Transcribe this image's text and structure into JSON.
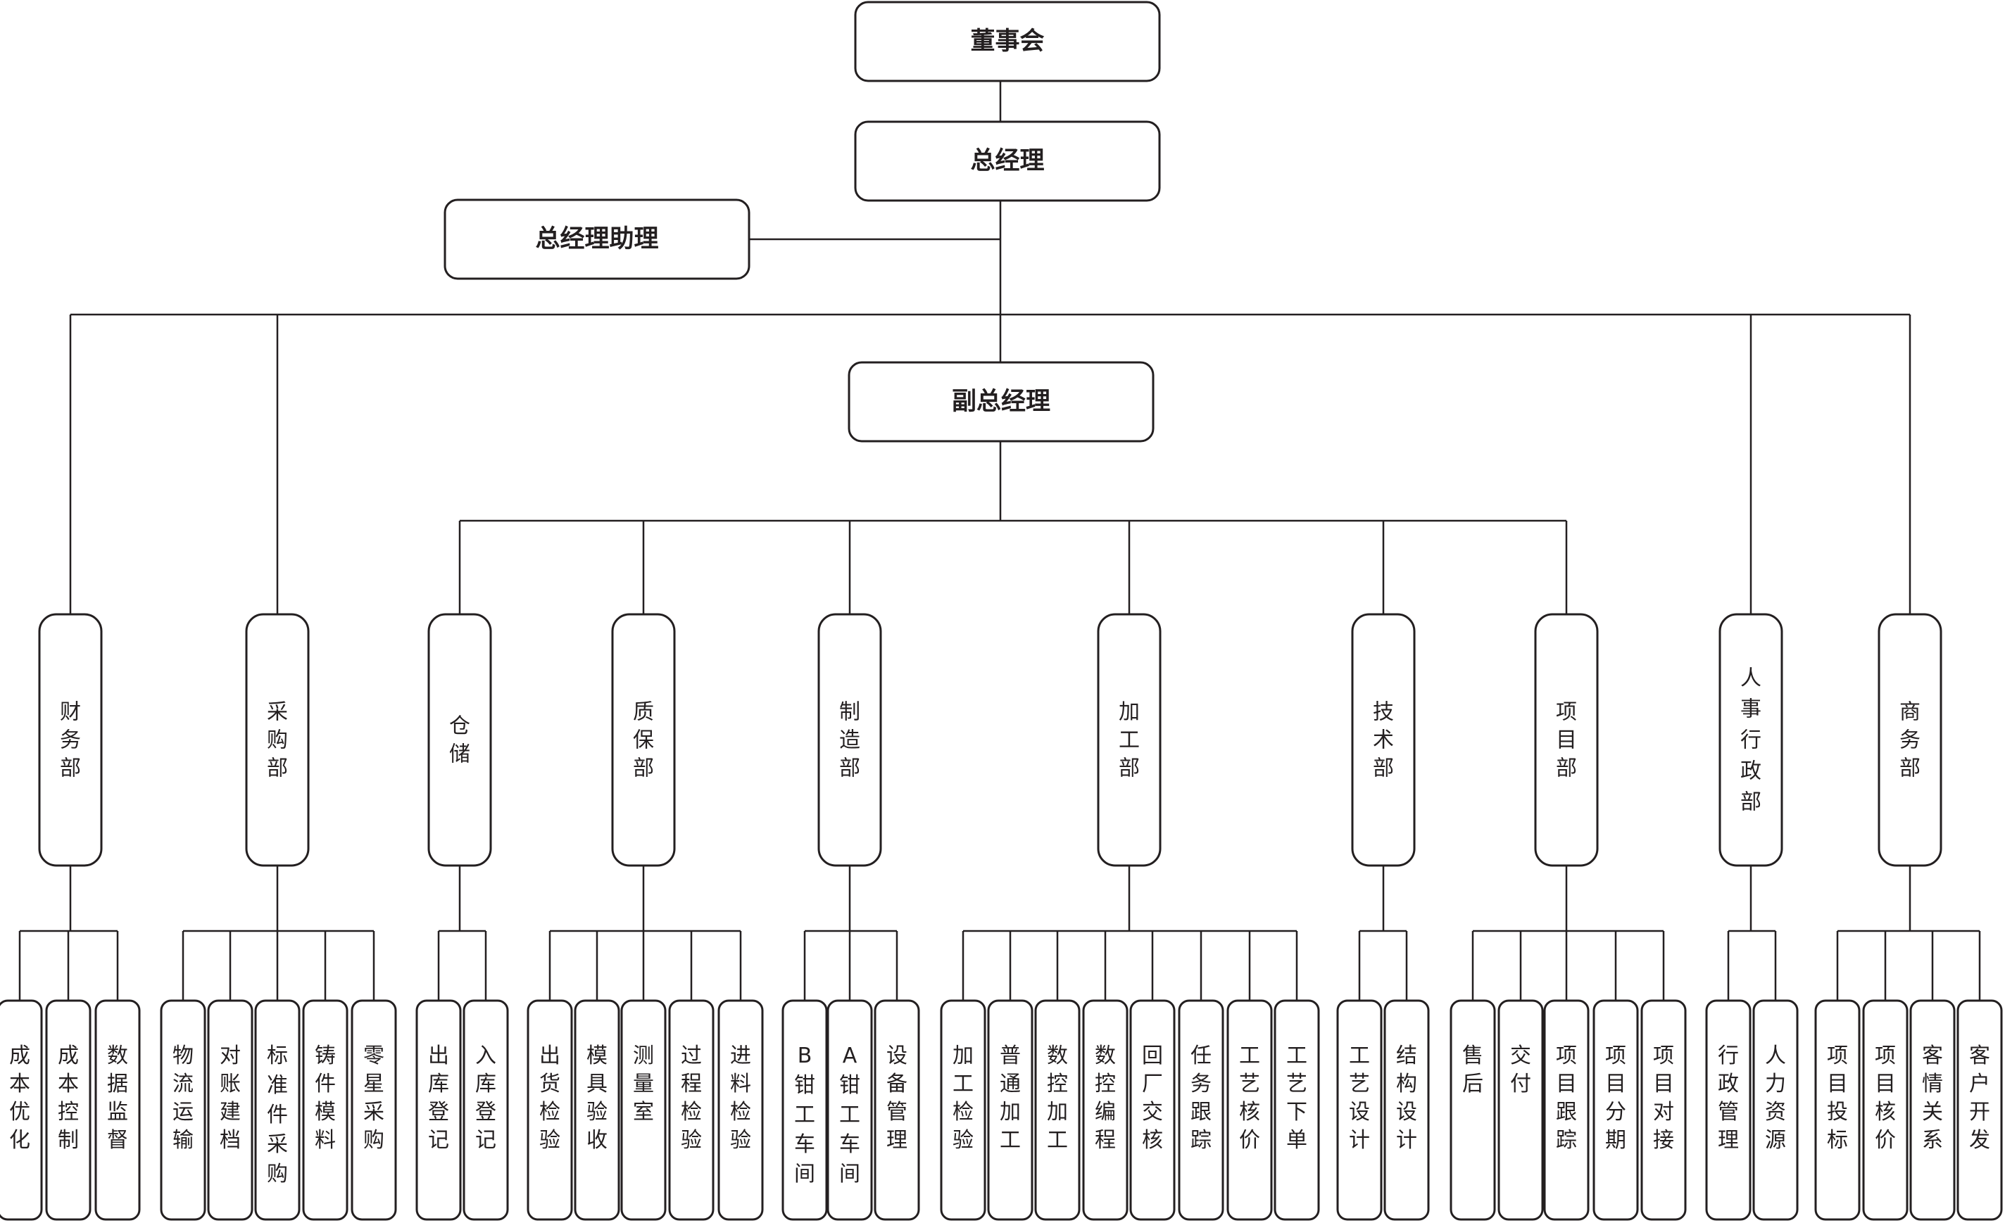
{
  "board": "董事会",
  "general_manager": "总经理",
  "gm_assistant": "总经理助理",
  "deputy_gm": "副总经理",
  "departments": [
    {
      "name": "财务部",
      "subs": [
        "成本优化",
        "成本控制",
        "数据监督"
      ]
    },
    {
      "name": "采购部",
      "subs": [
        "物流运输",
        "对账建档",
        "标准件采购",
        "铸件模料",
        "零星采购"
      ]
    },
    {
      "name": "仓储",
      "subs": [
        "出库登记",
        "入库登记"
      ]
    },
    {
      "name": "质保部",
      "subs": [
        "出货检验",
        "模具验收",
        "测量室",
        "过程检验",
        "进料检验"
      ]
    },
    {
      "name": "制造部",
      "subs": [
        "B钳工车间",
        "A钳工车间",
        "设备管理"
      ]
    },
    {
      "name": "加工部",
      "subs": [
        "加工检验",
        "普通加工",
        "数控加工",
        "数控编程",
        "回厂交核",
        "任务跟踪",
        "工艺核价",
        "工艺下单"
      ]
    },
    {
      "name": "技术部",
      "subs": [
        "工艺设计",
        "结构设计"
      ]
    },
    {
      "name": "项目部",
      "subs": [
        "售后",
        "交付",
        "项目跟踪",
        "项目分期",
        "项目对接"
      ]
    },
    {
      "name": "人事行政部",
      "subs": [
        "行政管理",
        "人力资源"
      ]
    },
    {
      "name": "商务部",
      "subs": [
        "项目投标",
        "项目核价",
        "客情关系",
        "客户开发"
      ]
    }
  ],
  "colors": {
    "stroke": "#231f20",
    "fill": "#ffffff",
    "text": "#231f20"
  }
}
